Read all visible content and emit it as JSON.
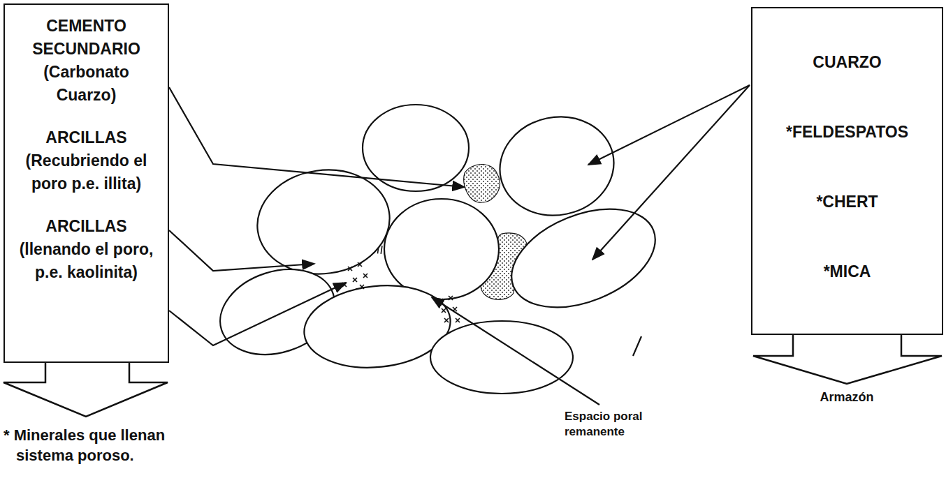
{
  "diagram": {
    "nodes": [
      {
        "text": [
          "CEMENTO SECUNDARIO (Carbonato Cuarzo)",
          "ARCILLAS (Recubriendo el poro p.e. illita)",
          "ARCILLAS (llenando el poro, p.e. kaolinita)"
        ]
      },
      {
        "text": [
          "CUARZO",
          "*FELDESPATOS",
          "*CHERT",
          "*MICA"
        ]
      }
    ],
    "labels": [
      "* Minerales que llenan sistema poroso.",
      "Armazón",
      "Espacio poral remanente"
    ]
  }
}
